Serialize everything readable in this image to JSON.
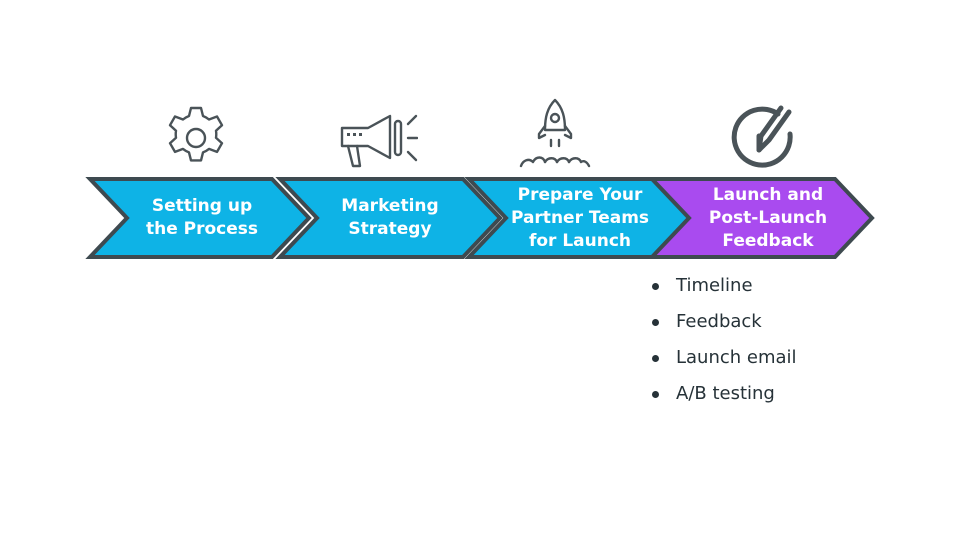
{
  "colors": {
    "step_blue": "#0eb3e6",
    "step_purple": "#a94bef",
    "outline": "#3e4a50",
    "icon": "#4a5358",
    "text_dark": "#263238"
  },
  "steps": [
    {
      "line1": "Setting up",
      "line2": "the Process",
      "line3": "",
      "icon": "gear-icon"
    },
    {
      "line1": "Marketing",
      "line2": "Strategy",
      "line3": "",
      "icon": "megaphone-icon"
    },
    {
      "line1": "Prepare Your",
      "line2": "Partner Teams",
      "line3": "for Launch",
      "icon": "rocket-icon"
    },
    {
      "line1": "Launch and",
      "line2": "Post-Launch",
      "line3": "Feedback",
      "icon": "pencil-circle-icon"
    }
  ],
  "bullets": [
    "Timeline",
    "Feedback",
    "Launch email",
    "A/B testing"
  ]
}
